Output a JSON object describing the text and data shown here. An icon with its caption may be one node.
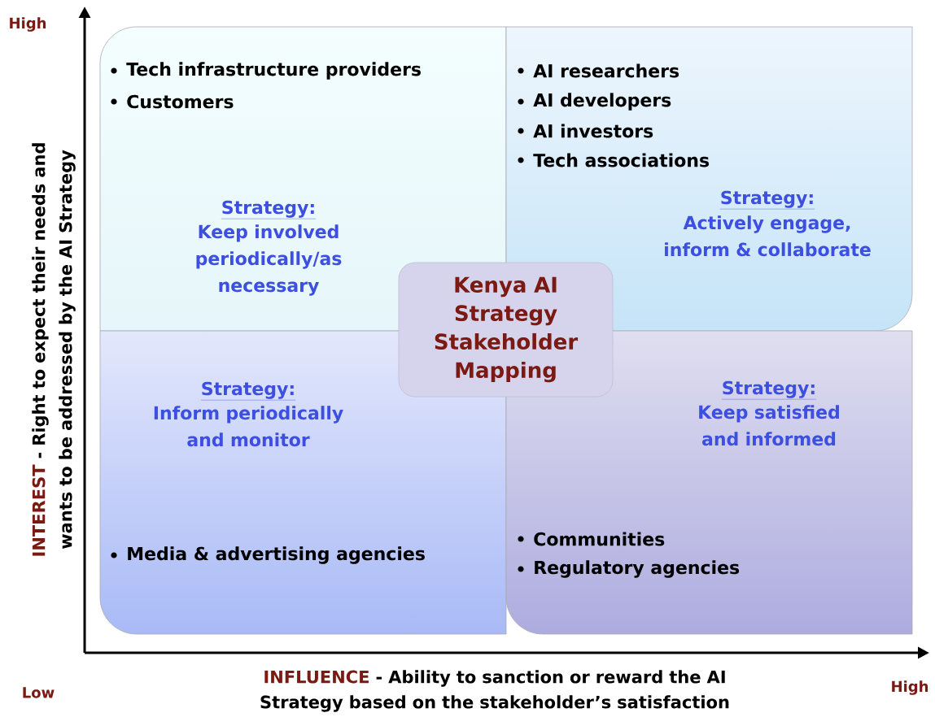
{
  "diagram": {
    "nodes": [
      {
        "text": [
          "Tech infrastructure providers",
          "Customers",
          "Strategy:",
          "Keep involved periodically/as necessary"
        ]
      },
      {
        "text": [
          "AI researchers",
          "AI developers",
          "AI investors",
          "Tech associations",
          "Strategy:",
          "Actively engage, inform & collaborate"
        ]
      },
      {
        "text": [
          "Strategy:",
          "Inform periodically and monitor",
          "Media & advertising agencies"
        ]
      },
      {
        "text": [
          "Strategy:",
          "Keep satisfied and informed",
          "Communities",
          "Regulatory agencies"
        ]
      },
      {
        "text": [
          "Kenya AI Strategy Stakeholder Mapping"
        ]
      }
    ],
    "labels": [
      "High",
      "INTEREST",
      "- Right to expect their needs and wants to be addressed by the AI Strategy",
      "Low",
      "INFLUENCE",
      "- Ability to sanction or reward the AI Strategy based on the stakeholder’s satisfaction",
      "High"
    ]
  }
}
